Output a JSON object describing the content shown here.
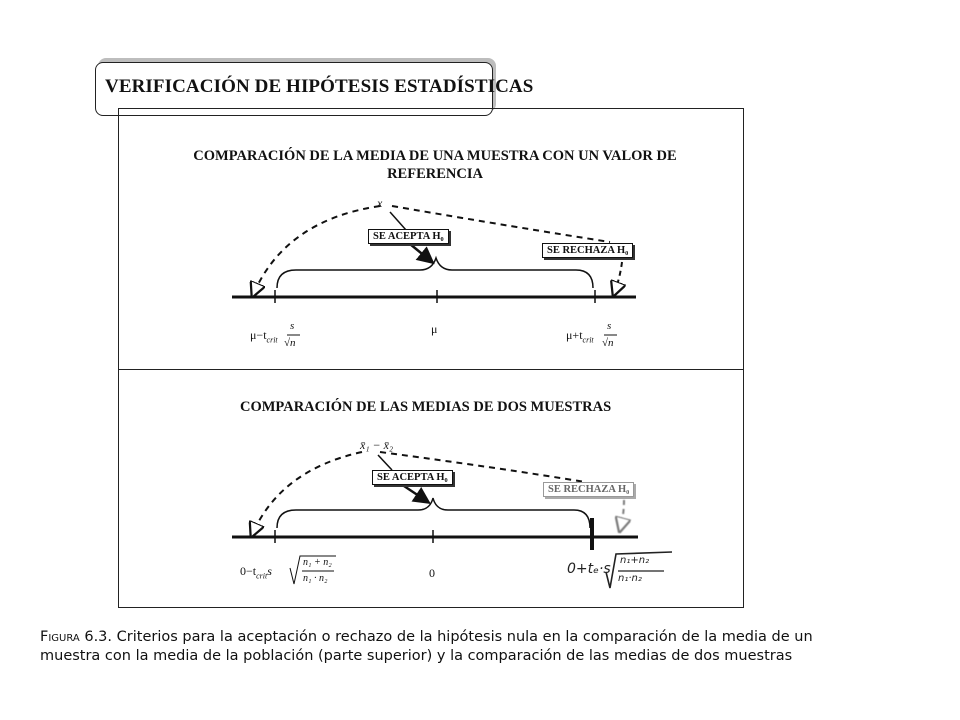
{
  "title": "VERIFICACIÓN DE HIPÓTESIS ESTADÍSTICAS",
  "top_panel": {
    "heading_line1": "COMPARACIÓN DE LA MEDIA DE UNA MUESTRA CON UN VALOR DE",
    "heading_line2": "REFERENCIA",
    "point_label": "x",
    "accept_tag": "SE ACEPTA H₀",
    "reject_tag": "SE RECHAZA H₀",
    "left_label": "μ−t",
    "left_sub": "crit",
    "left_frac_num": "s",
    "left_frac_den": "√n",
    "center_label": "μ",
    "right_label": "μ+t",
    "right_sub": "crit",
    "right_frac_num": "s",
    "right_frac_den": "√n"
  },
  "bottom_panel": {
    "heading": "COMPARACIÓN DE LAS MEDIAS DE DOS MUESTRAS",
    "point_label": "x̄₁ − x̄₂",
    "accept_tag": "SE ACEPTA H₀",
    "reject_tag": "SE RECHAZA H₀",
    "left_label": "0−t",
    "left_sub": "crit",
    "left_s": "s",
    "left_root_num": "n₁ + n₂",
    "left_root_den": "n₁ · n₂",
    "center_label": "0",
    "right_handwritten": "0+tₑ·s",
    "right_root_num": "n₁+n₂",
    "right_root_den": "n₁·n₂"
  },
  "caption": {
    "figure_label": "Figura 6.3.",
    "line1": "Criterios para la aceptación o rechazo de la hipótesis nula en la comparación de la media de una",
    "line2": "muestra con la media de la población (parte superior) y la comparación de las medias de dos muestras"
  }
}
